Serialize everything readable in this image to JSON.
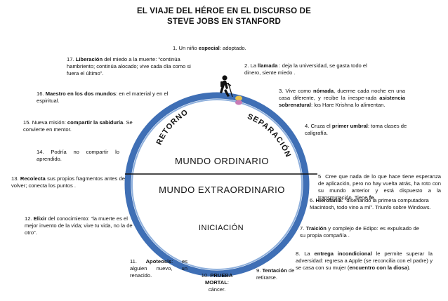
{
  "title_line1": "EL VIAJE DEL HÉROE EN EL DISCURSO DE",
  "title_line2": "STEVE JOBS EN STANFORD",
  "labels": {
    "retorno": "RETORNO",
    "separacion": "SEPARACIÓN",
    "mundo_ordinario": "MUNDO ORDINARIO",
    "mundo_extraordinario": "MUNDO EXTRAORDINARIO",
    "iniciacion": "INICIACIÓN"
  },
  "steps": {
    "s1": {
      "num": "1.",
      "pre": "Un niño ",
      "bold": "especial",
      "post": ": adoptado."
    },
    "s2": {
      "num": "2.",
      "pre": "La ",
      "bold": "llamada",
      "post": " : deja la universidad, se gasta todo el dinero, siente miedo ."
    },
    "s3": {
      "num": "3.",
      "pre": "Vive como ",
      "bold": "nómada",
      "post": ", duerme cada noche en una casa diferente, y recibe la inespe-rada ",
      "bold2": "asistencia sobrenatural",
      "post2": ": los Hare Krishna lo alimentan."
    },
    "s4": {
      "num": "4.",
      "pre": "Cruza el ",
      "bold": "primer umbral",
      "post": ": toma clases de caligrafía."
    },
    "s5": {
      "num": "5",
      "pre": "Cree que nada de lo que hace tiene esperanza de aplicación, pero no hay vuelta atrás, ha roto con su mundo anterior y está dispuesto a la transmutación. Tiene ",
      "bold": "fe",
      "post": "."
    },
    "s6": {
      "num": "6.",
      "pre": "",
      "bold": "Hierofanía",
      "post": ": “diseñando la primera computadora Macintosh, todo vino a mí”. Triunfo sobre Windows."
    },
    "s7": {
      "num": "7.",
      "pre": "",
      "bold": "Traición",
      "post": " y complejo de Edipo: es expulsado de su propia compañía ."
    },
    "s8": {
      "num": "8.",
      "pre": "La ",
      "bold": "entrega incondicional",
      "post": " le permite superar la adversidad: regresa a Apple (se reconcilia con el padre) y se casa con su mujer (",
      "bold2": "encuentro con la diosa",
      "post2": ")."
    },
    "s9": {
      "num": "9.",
      "pre": "",
      "bold": "Tentación",
      "post": " de retirarse."
    },
    "s10": {
      "num": "10.",
      "pre": "",
      "bold": "PRUEBA MORTAL",
      "post": ": cáncer."
    },
    "s11": {
      "num": "11.",
      "pre": "",
      "bold": "Apoteosis",
      "post": ": es alguien nuevo, un renacido."
    },
    "s12": {
      "num": "12.",
      "pre": "",
      "bold": "Elixir",
      "post": " del conocimiento: “la muerte es el mejor invento de la vida; vive tu vida, no la de otro”."
    },
    "s13": {
      "num": "13.",
      "pre": "",
      "bold": "Recolecta",
      "post": " sus propios fragmentos antes de volver; conecta los puntos ."
    },
    "s14": {
      "num": "14.",
      "pre": "Podría no compartir lo aprendido.",
      "bold": "",
      "post": ""
    },
    "s15": {
      "num": "15.",
      "pre": "Nueva misión: ",
      "bold": "compartir la sabiduría",
      "post": ". Se convierte en mentor."
    },
    "s16": {
      "num": "16.",
      "pre": "",
      "bold": "Maestro en los dos mundos",
      "post": ": en el material y en el espiritual."
    },
    "s17": {
      "num": "17.",
      "pre": "",
      "bold": "Liberación",
      "post": " del miedo a la muerte: “continúa hambriento; continúa alocado; vive cada día como si fuera el último”."
    }
  },
  "colors": {
    "ring": "#3f6fb5",
    "ring_inner": "#8fb0dc",
    "line": "#111111"
  }
}
